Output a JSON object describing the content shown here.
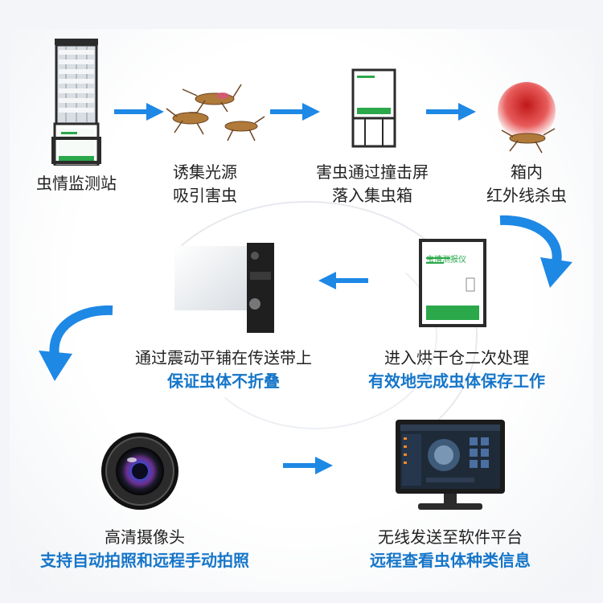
{
  "steps": [
    {
      "line1": "虫情监测站"
    },
    {
      "line1": "诱集光源",
      "line2": "吸引害虫"
    },
    {
      "line1": "害虫通过撞击屏",
      "line2": "落入集虫箱"
    },
    {
      "line1": "箱内",
      "line2": "红外线杀虫"
    },
    {
      "line1": "进入烘干仓二次处理",
      "line2": "有效地完成虫体保存工作"
    },
    {
      "line1": "通过震动平铺在传送带上",
      "line2": "保证虫体不折叠"
    },
    {
      "line1": "高清摄像头",
      "line2": "支持自动拍照和远程手动拍照"
    },
    {
      "line1": "无线发送至软件平台",
      "line2": "远程查看虫体种类信息"
    }
  ],
  "device_text": {
    "panel_title": "虫情测报仪",
    "box_title": "虫情测报仪"
  },
  "colors": {
    "arrow": "#1e88e5",
    "accent_text": "#1676c9",
    "green": "#2aa84a"
  }
}
